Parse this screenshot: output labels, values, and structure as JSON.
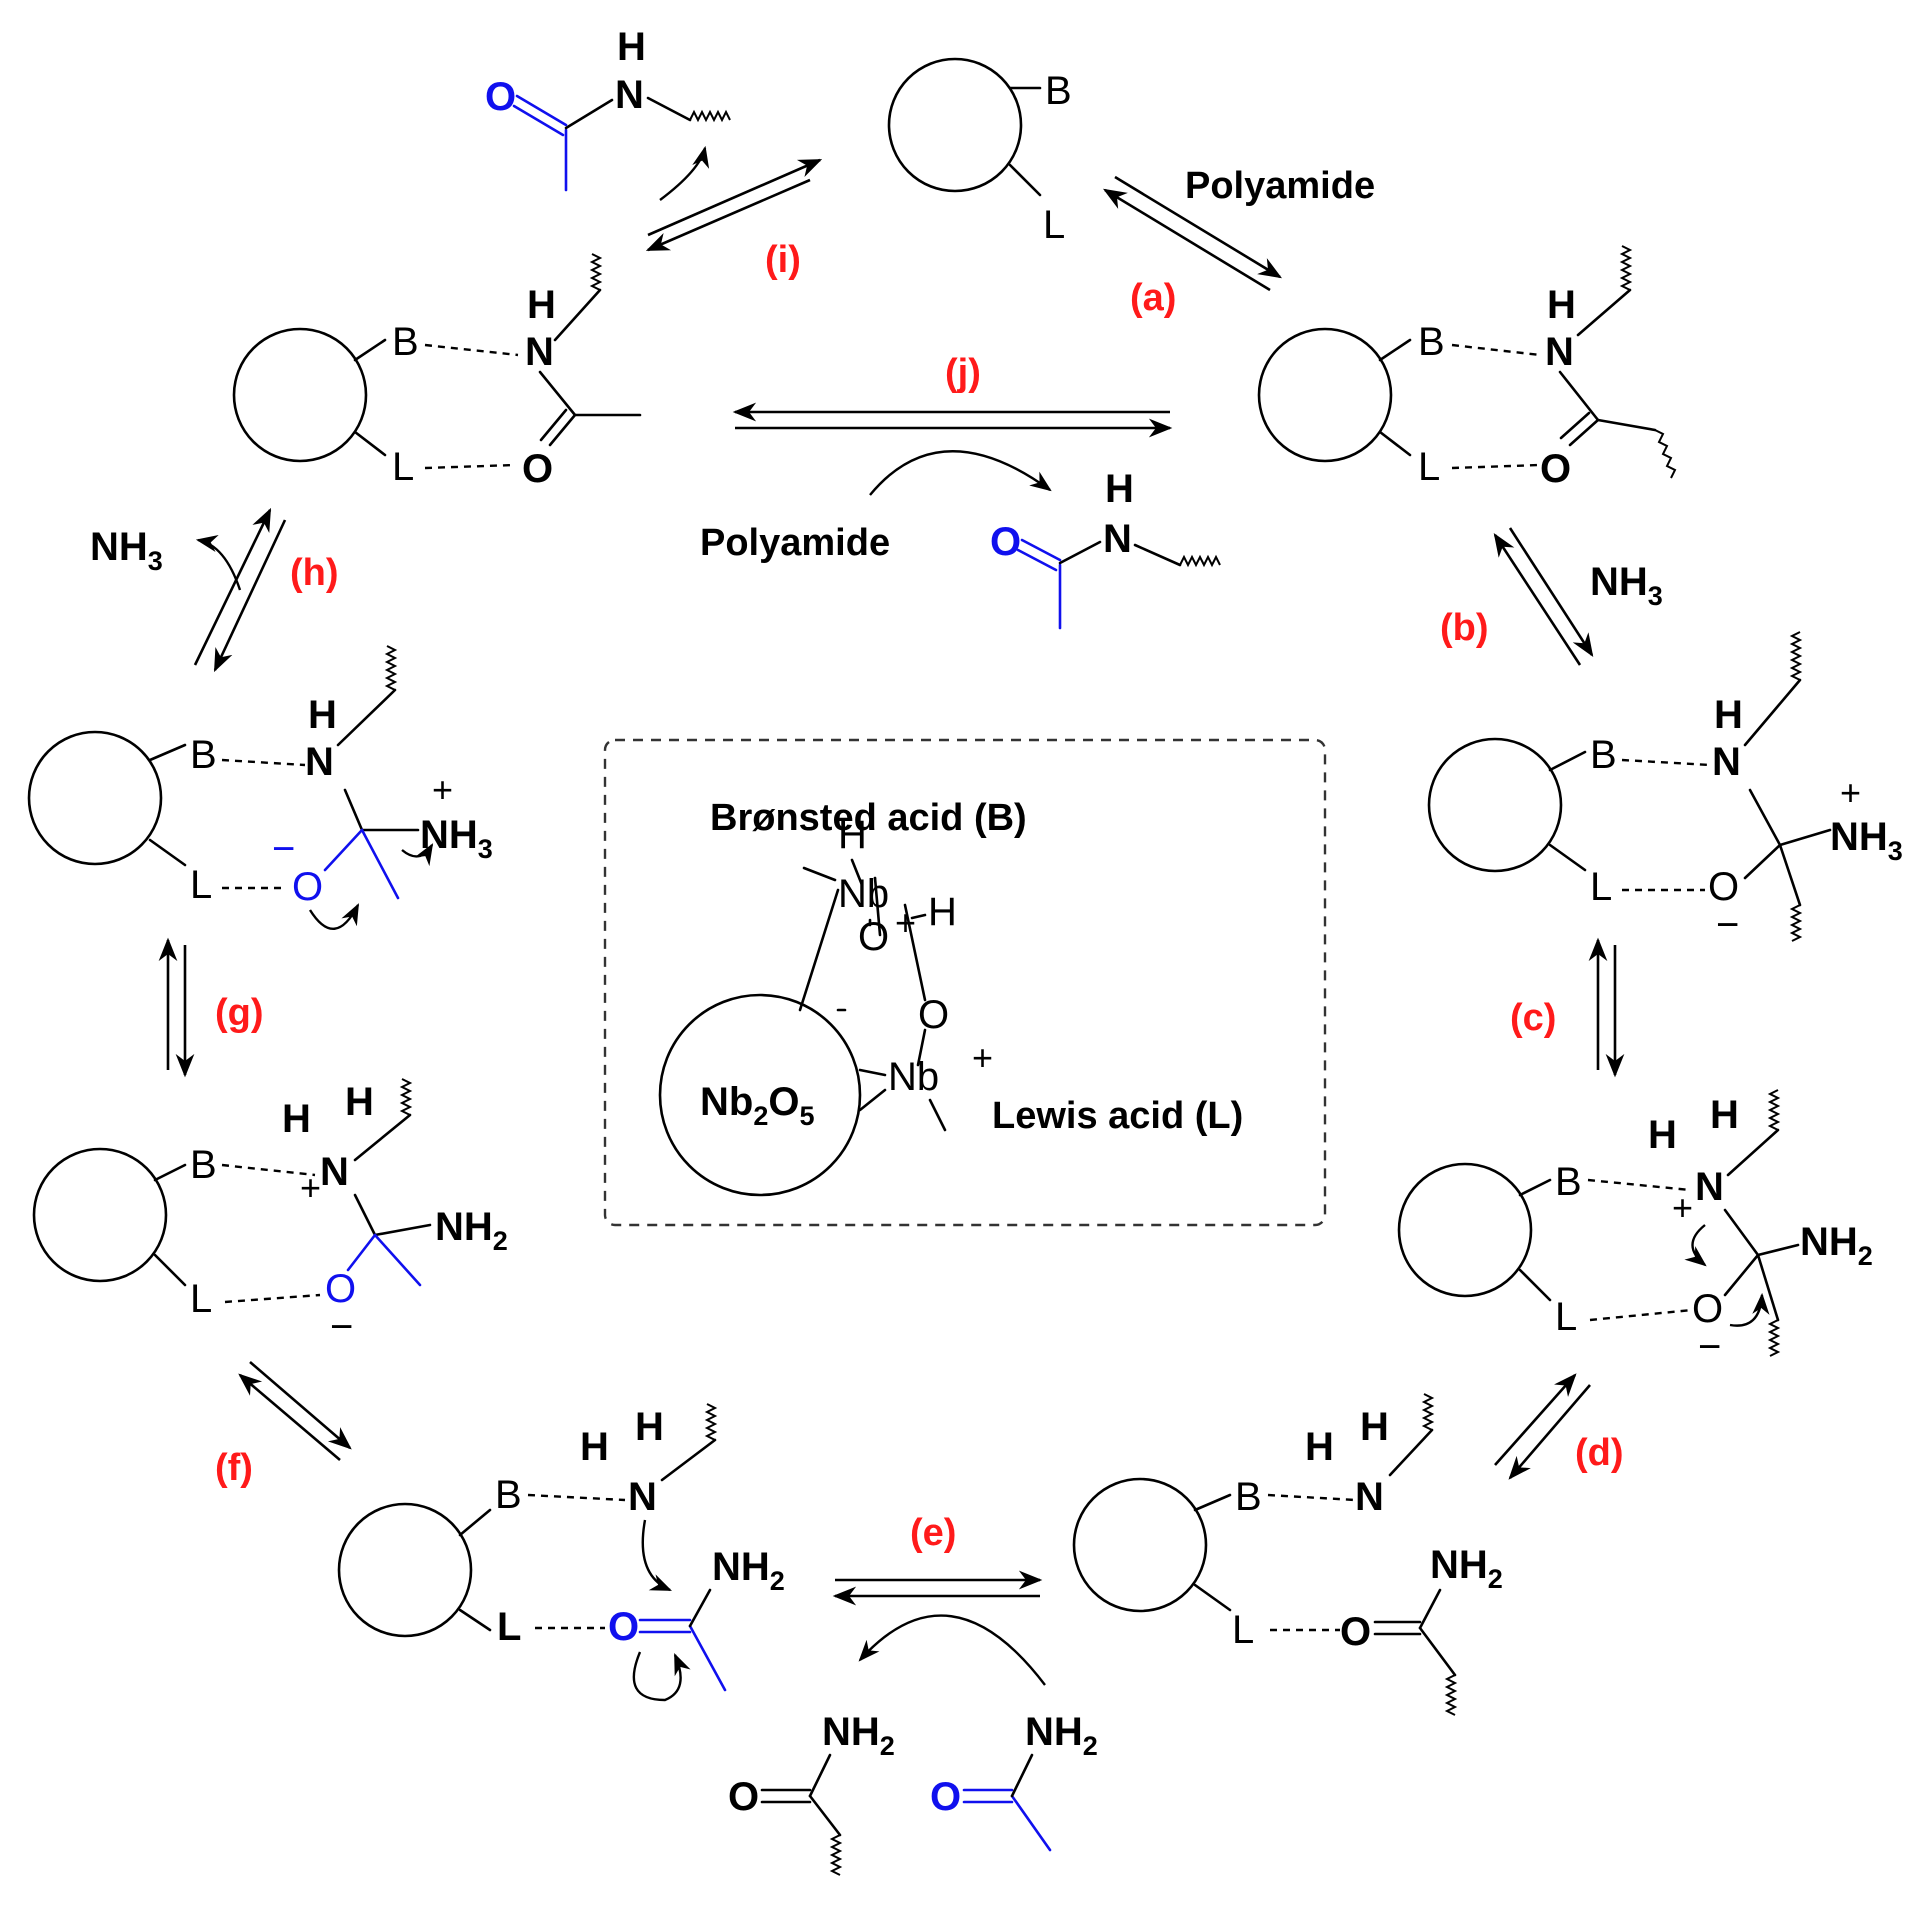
{
  "colors": {
    "step_label": "#ff1a1a",
    "highlight": "#1010ee",
    "ink": "#000000"
  },
  "steps": {
    "a": "(a)",
    "b": "(b)",
    "c": "(c)",
    "d": "(d)",
    "e": "(e)",
    "f": "(f)",
    "g": "(g)",
    "h": "(h)",
    "i": "(i)",
    "j": "(j)"
  },
  "reagents": {
    "polyamide_top": "Polyamide",
    "polyamide_center": "Polyamide",
    "nh3_b": "NH",
    "nh3_h": "NH"
  },
  "sites": {
    "bronsted": "B",
    "lewis": "L"
  },
  "legend": {
    "bronsted_acid": "Brønsted acid (B)",
    "lewis_acid": "Lewis acid (L)",
    "catalyst": "Nb",
    "nb": "Nb"
  },
  "atoms": {
    "O": "O",
    "N": "N",
    "H": "H",
    "NH": "NH",
    "plus": "+",
    "minus": "−",
    "two": "2",
    "three": "3",
    "five": "5"
  }
}
